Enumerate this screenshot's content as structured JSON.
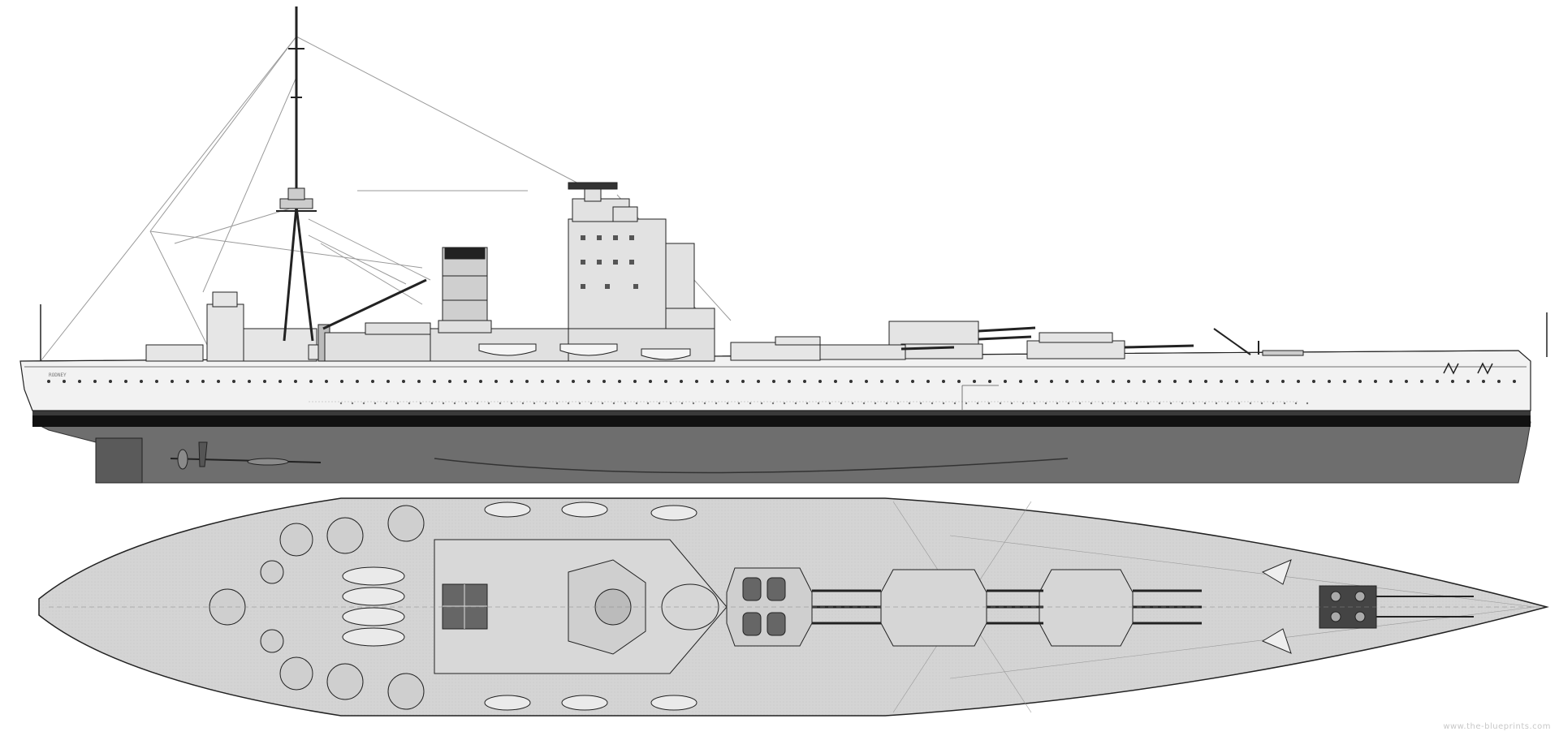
{
  "drawing": {
    "views": [
      "profile",
      "plan"
    ],
    "hull_colors": {
      "topside": "#f2f2f2",
      "waterline": "#111111",
      "underwater": "#6e6e6e",
      "deck": "#d9d9d9",
      "line": "#222222"
    }
  },
  "labels": {
    "hull_name": "RODNEY",
    "watermark": "www.the-blueprints.com"
  }
}
